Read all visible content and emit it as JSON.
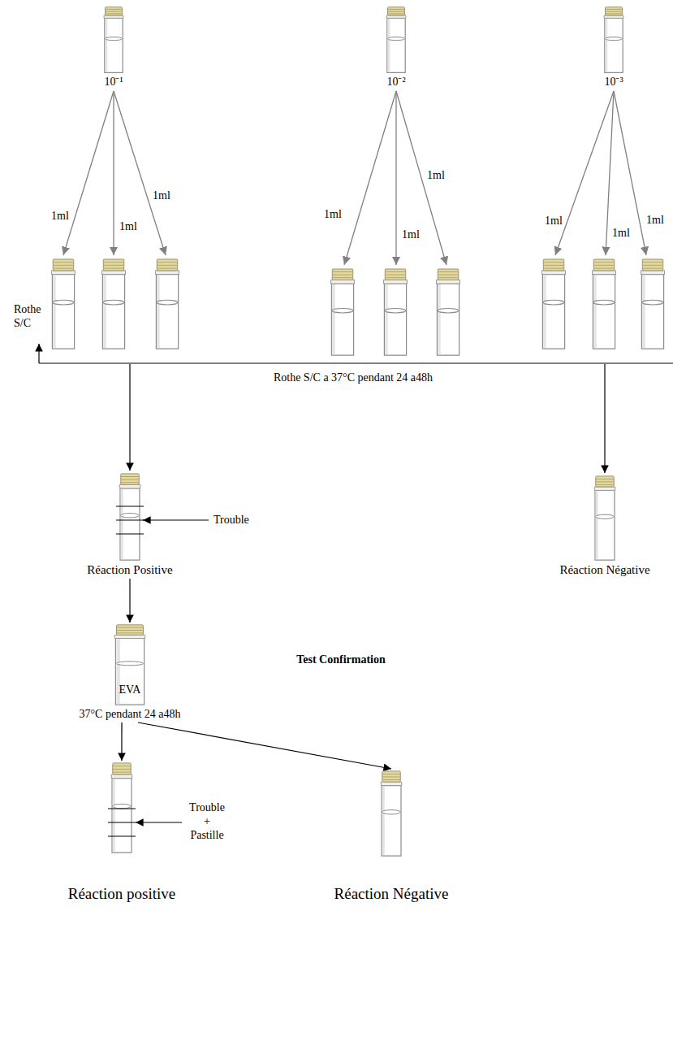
{
  "diagram": {
    "nodes": [
      {
        "text": [
          "10⁻¹"
        ]
      },
      {
        "text": [
          "10⁻²"
        ]
      },
      {
        "text": [
          "10⁻³"
        ]
      },
      {
        "text": [
          "Réaction Positive"
        ]
      },
      {
        "text": [
          "Réaction Négative"
        ]
      },
      {
        "text": [
          "EVA",
          "37°C pendant 24 a48h"
        ]
      },
      {
        "text": [
          "Réaction positive"
        ]
      },
      {
        "text": [
          "Réaction Négative"
        ]
      }
    ],
    "edges": [
      {
        "from": 3,
        "to": 5,
        "arrow": "to"
      },
      {
        "from": 5,
        "to": 6,
        "arrow": "to"
      },
      {
        "from": 5,
        "to": 7,
        "arrow": "to"
      }
    ],
    "labels": [
      "1ml",
      "1ml",
      "1ml",
      "1ml",
      "1ml",
      "1ml",
      "1ml",
      "1ml",
      "1ml",
      "Rothe S/C",
      "Rothe S/C a 37°C pendant 24 a48h",
      "Trouble",
      "Test Confirmation",
      "Trouble + Pastille"
    ]
  }
}
